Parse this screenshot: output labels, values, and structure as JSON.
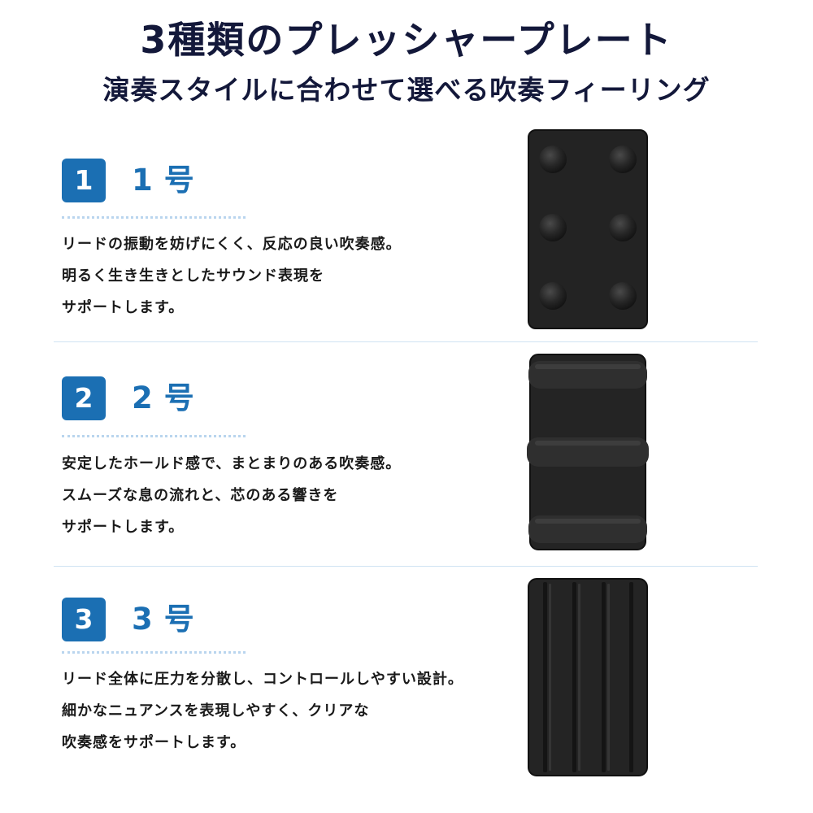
{
  "header": {
    "title": "3種類のプレッシャープレート",
    "subtitle": "演奏スタイルに合わせて選べる吹奏フィーリング"
  },
  "sections": [
    {
      "badge": "1",
      "label": "1号",
      "lines": [
        "リードの振動を妨げにくく、反応の良い吹奏感。",
        "明るく生き生きとしたサウンド表現を",
        "サポートします。"
      ],
      "image": "pressure-plate-dots"
    },
    {
      "badge": "2",
      "label": "2号",
      "lines": [
        "安定したホールド感で、まとまりのある吹奏感。",
        "スムーズな息の流れと、芯のある響きを",
        "サポートします。"
      ],
      "image": "pressure-plate-horizontal-ridges"
    },
    {
      "badge": "3",
      "label": "3号",
      "lines": [
        "リード全体に圧力を分散し、コントロールしやすい設計。",
        "細かなニュアンスを表現しやすく、クリアな",
        "吹奏感をサポートします。"
      ],
      "image": "pressure-plate-vertical-grooves"
    }
  ],
  "colors": {
    "title": "#13183a",
    "accent": "#1b6fb3",
    "dots": "#b9d5ee",
    "divider": "#cfe3f3",
    "plate": "#242424"
  }
}
